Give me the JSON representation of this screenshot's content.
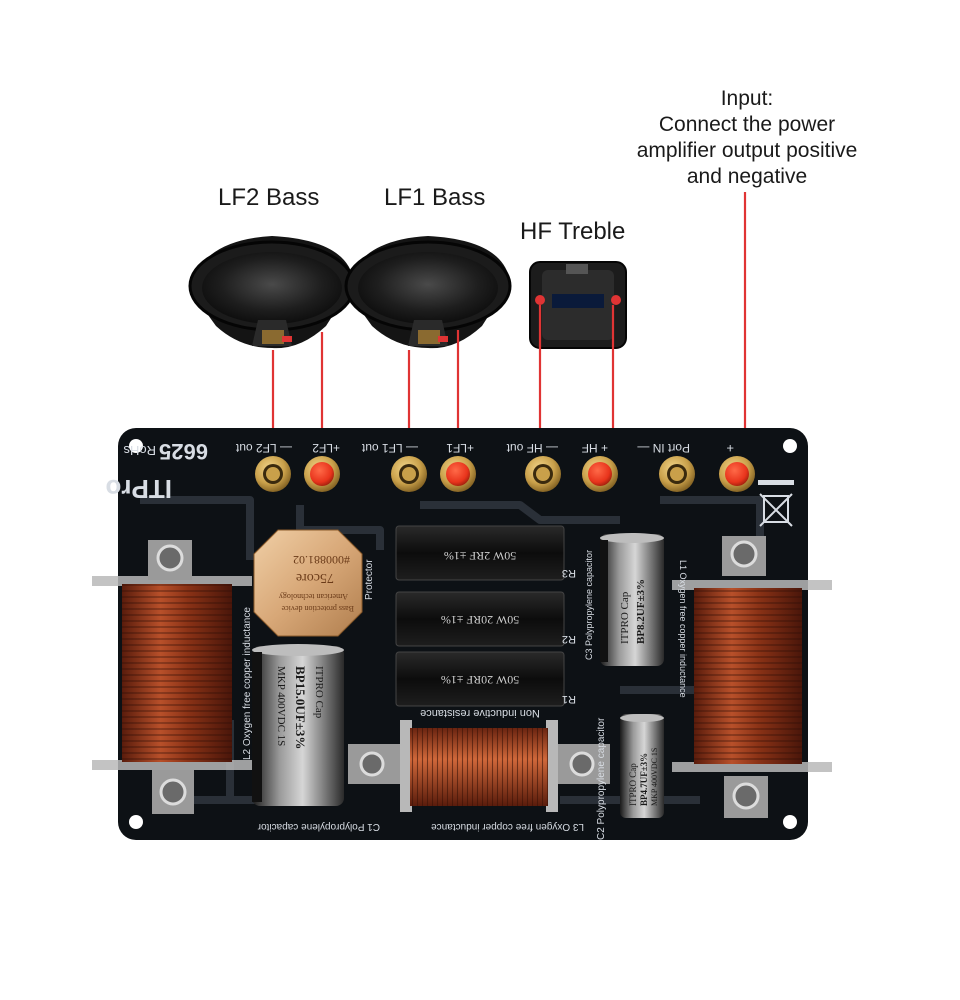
{
  "labels": {
    "lf2": "LF2 Bass",
    "lf1": "LF1 Bass",
    "hf": "HF Treble",
    "input_lines": [
      "Input:",
      "Connect the power",
      "amplifier output positive",
      "and negative"
    ]
  },
  "board": {
    "model": "6625",
    "rohs": "RoHs",
    "brand": "ITPro",
    "terminals": {
      "lf2_neg": "— LF2 out",
      "lf2_pos": "+LF2",
      "lf1_neg": "— LF1 out",
      "lf1_pos": "+LF1",
      "hf_neg": "— HF out",
      "hf_pos": "+ HF",
      "in_neg": "Port IN —",
      "in_pos": "+"
    },
    "protector": {
      "label": "Protector",
      "line1": "Bass protection device",
      "line2": "American technology",
      "brand": "75core",
      "part": "#000881.02"
    },
    "resistors": [
      {
        "text": "50W 2RF ±1%",
        "ref": "R3"
      },
      {
        "text": "50W 20RF ±1%",
        "ref": "R2"
      },
      {
        "text": "50W 20RF ±1%",
        "ref": "R1"
      }
    ],
    "resistor_label": "Non inductive resistance",
    "cap_c1": {
      "brand": "ITPRO Cap",
      "value": "BP15.0UF±3%",
      "voltage": "MKP 400VDC 1S"
    },
    "cap_c3": {
      "brand": "ITPRO Cap",
      "value": "BP8.2UF±3%"
    },
    "cap_c2": {
      "brand": "ITPRO Cap",
      "value": "BP4.7UF±3%",
      "voltage": "MKP 400VDC 1S"
    },
    "silk": {
      "l2": "L2 Oxygen free copper inductance",
      "c1": "C1 Polypropylene capacitor",
      "l3": "L3 Oxygen free copper inductance",
      "c2": "C2 Polypropylene capacitor",
      "c3": "C3 Polypropylene capacitor",
      "l1": "L1 Oxygen free copper inductance"
    }
  },
  "colors": {
    "pcb": "#0d1115",
    "wire": "#e03434",
    "copper": "#a8441f",
    "red_terminal": "#e8341c",
    "brass": "#c9a04a"
  }
}
